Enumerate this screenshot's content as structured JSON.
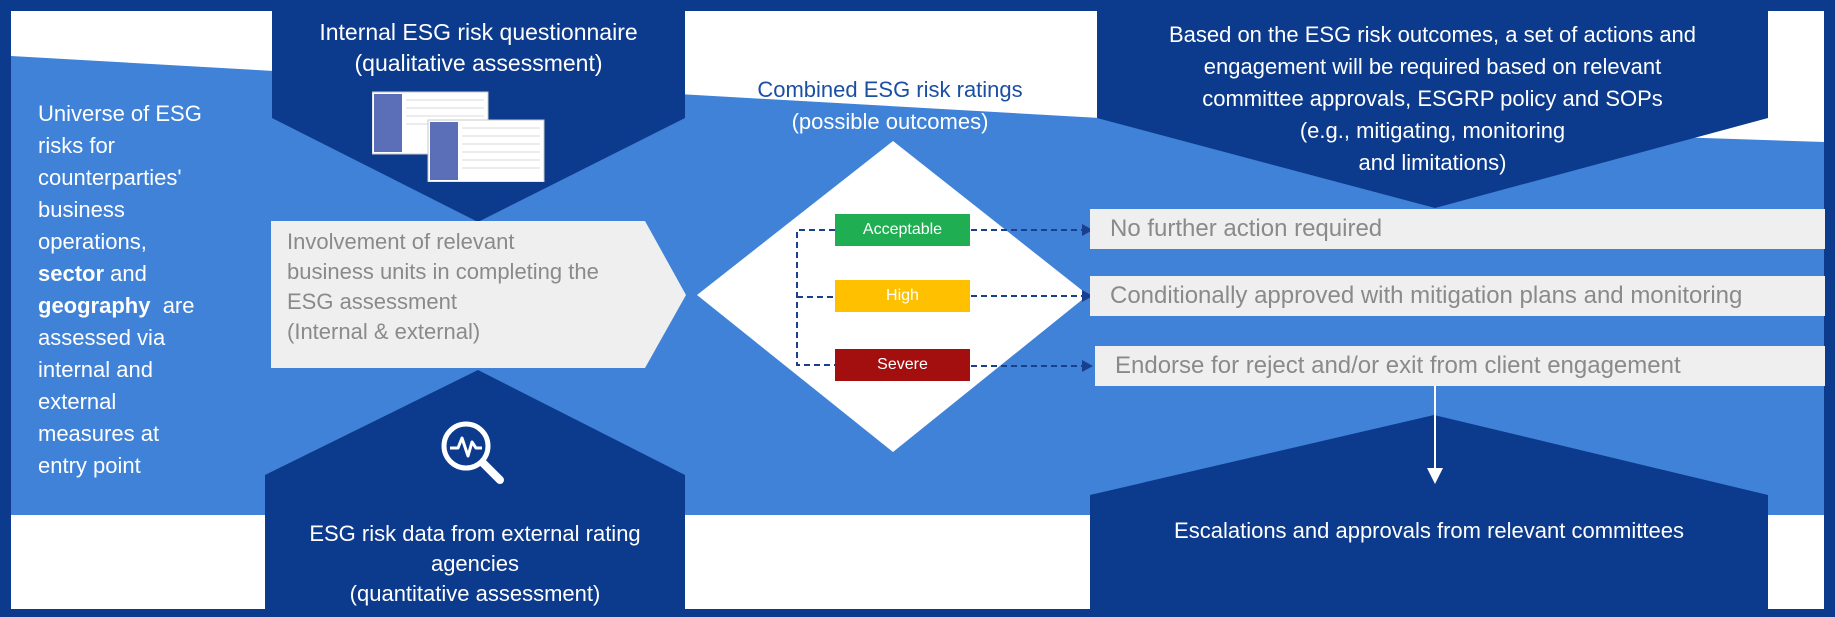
{
  "universe": {
    "lines": [
      "Universe of ESG",
      "risks for",
      "counterparties'",
      "business",
      "operations,"
    ],
    "sector": "sector",
    "and": " and",
    "geography": "geography",
    "are": "  are",
    "lines2": [
      "assessed via",
      "internal and",
      "external",
      "measures at",
      "entry point"
    ]
  },
  "questionnaire": {
    "line1": "Internal ESG risk questionnaire",
    "line2": "(qualitative assessment)"
  },
  "involvement": {
    "lines": [
      "Involvement of relevant",
      "business units in completing the",
      "ESG assessment",
      "(Internal & external)"
    ]
  },
  "external_data": {
    "line1": "ESG risk data from external rating",
    "line2": "agencies",
    "line3": "(quantitative assessment)"
  },
  "ratings": {
    "title": "Combined ESG risk ratings",
    "subtitle": "(possible outcomes)",
    "acceptable": "Acceptable",
    "high": "High",
    "severe": "Severe"
  },
  "outcomes": {
    "acceptable": "No further action required",
    "high": "Conditionally approved with mitigation plans and monitoring",
    "severe": "Endorse for reject and/or exit from client engagement"
  },
  "actions": {
    "lines": [
      "Based on the ESG risk outcomes, a set of actions and",
      "engagement will be required based on relevant",
      "committee approvals, ESGRP policy and SOPs",
      "(e.g., mitigating, monitoring",
      "and limitations)"
    ]
  },
  "escalations": {
    "label": "Escalations and approvals from relevant committees"
  },
  "colors": {
    "navy": "#0c3a8c",
    "mid_blue": "#3f82d8",
    "acceptable": "#1fae52",
    "high": "#ffc000",
    "severe": "#a30f0f"
  },
  "icons": [
    "document-thumbnail-icon",
    "magnifier-pulse-icon",
    "arrow-down-icon"
  ]
}
